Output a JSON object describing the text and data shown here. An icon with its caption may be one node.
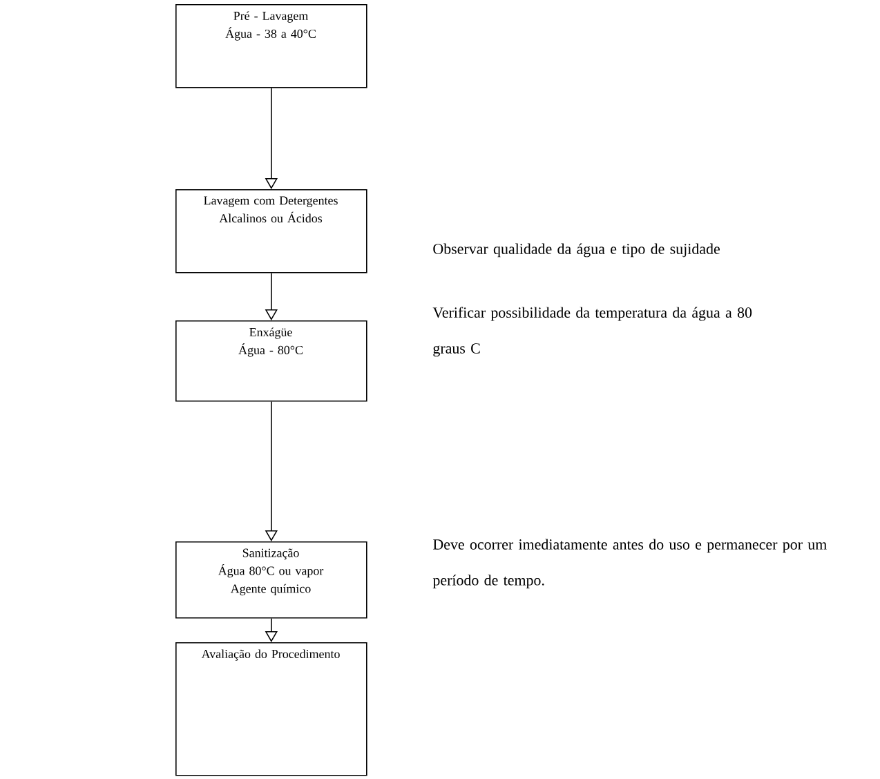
{
  "diagram": {
    "nodes": [
      {
        "text": [
          "Pré - Lavagem",
          "Água - 38 a 40°C"
        ]
      },
      {
        "text": [
          "Lavagem com Detergentes Alcalinos ou Ácidos"
        ]
      },
      {
        "text": [
          "Enxágüe",
          "Água - 80°C"
        ]
      },
      {
        "text": [
          "Sanitização",
          "Água 80°C ou vapor",
          "Agente químico"
        ]
      },
      {
        "text": [
          "Avaliação do Procedimento"
        ]
      }
    ],
    "edges": [
      {
        "from": 0,
        "to": 1,
        "arrow": "to"
      },
      {
        "from": 1,
        "to": 2,
        "arrow": "to"
      },
      {
        "from": 2,
        "to": 3,
        "arrow": "to"
      },
      {
        "from": 3,
        "to": 4,
        "arrow": "to"
      }
    ],
    "labels": [
      "Observar qualidade da água e tipo de sujidade",
      "Verificar possibilidade da temperatura da água a 80 graus C",
      "Deve ocorrer imediatamente antes do uso e permanecer por um período de tempo."
    ]
  }
}
